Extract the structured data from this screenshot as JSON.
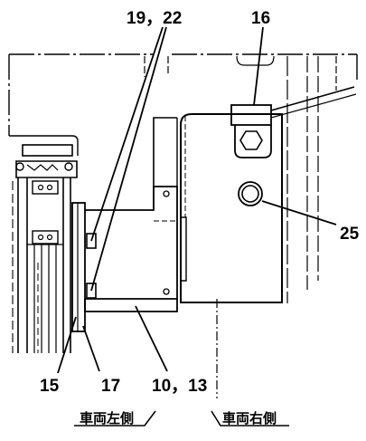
{
  "labels": {
    "top_left": "19，22",
    "top_right": "16",
    "right": "25",
    "bottom_1": "15",
    "bottom_2": "17",
    "bottom_3": "10，13"
  },
  "sides": {
    "left": "車両左側",
    "right": "車両右側"
  }
}
